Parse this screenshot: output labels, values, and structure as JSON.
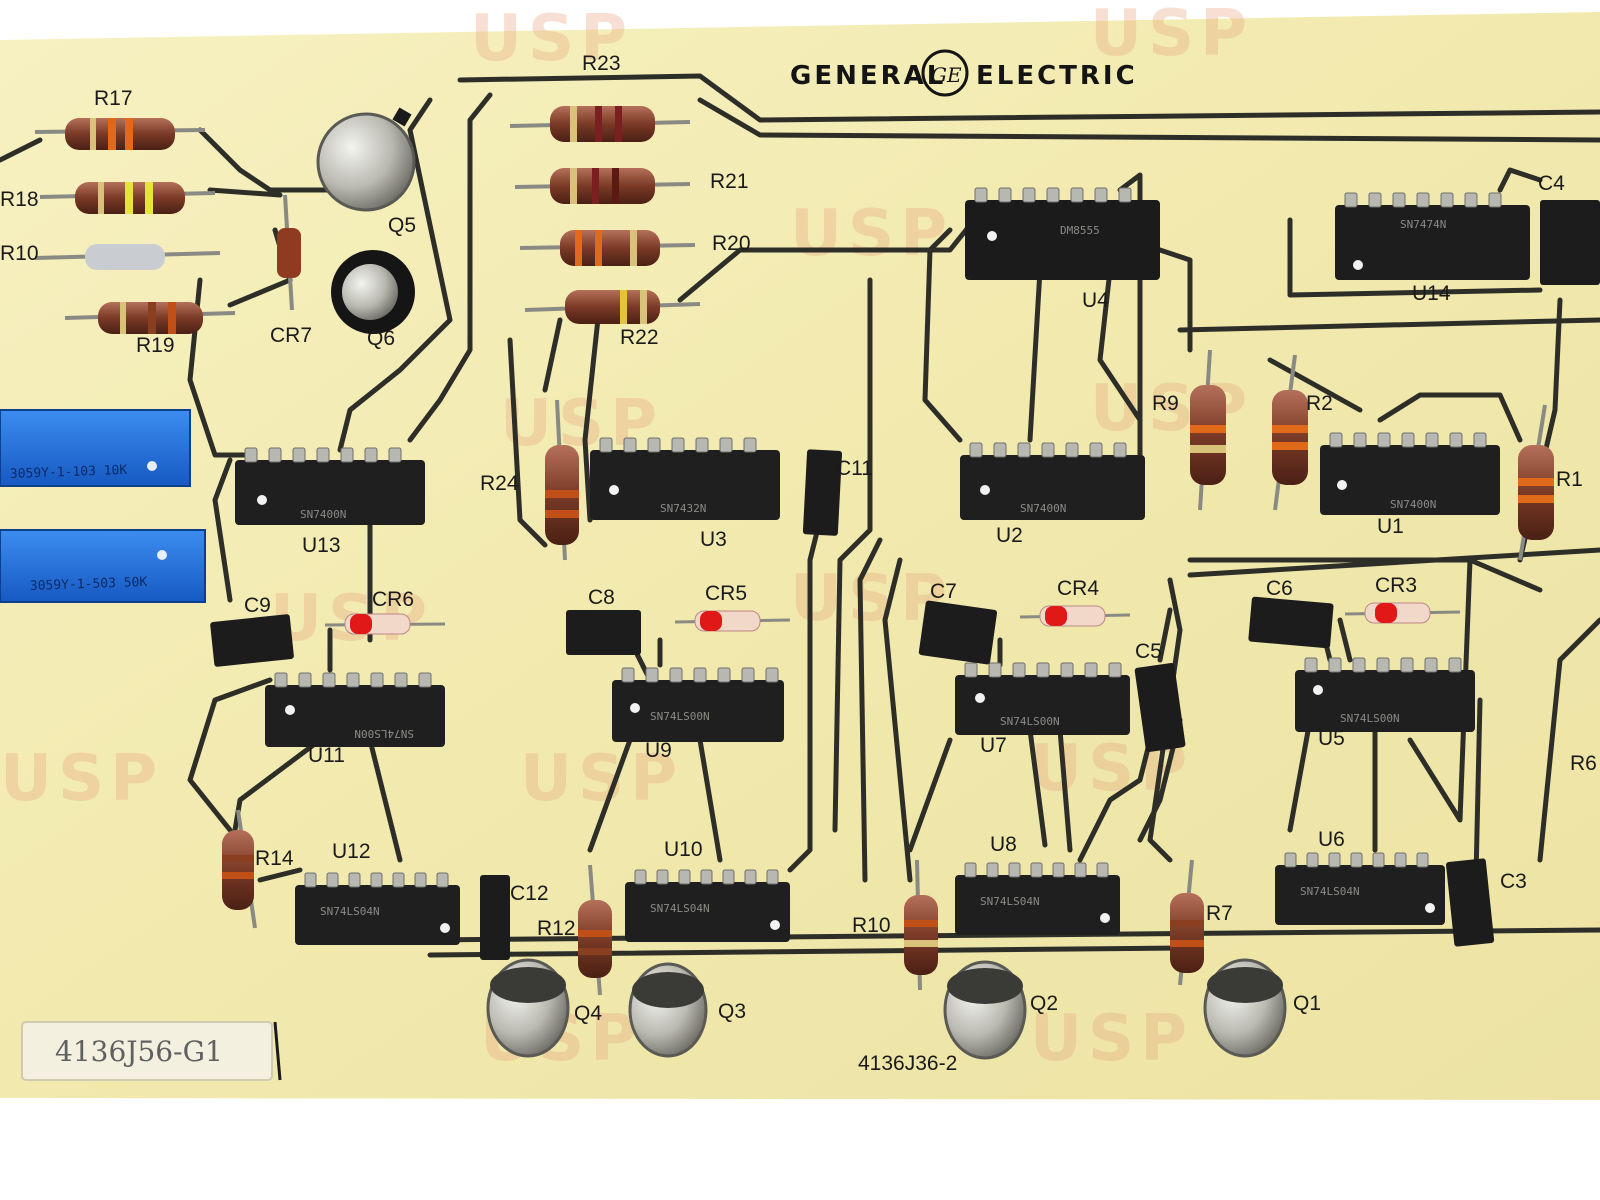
{
  "board": {
    "brand_left": "GENERAL",
    "brand_right": "ELECTRIC",
    "logo_letters": "GE",
    "part_label": "4136J56-G1",
    "silkscreen_part": "4136J36-2",
    "watermark": "USP",
    "colors": {
      "pcb": "#f3ecb4",
      "trace": "#2a2a26",
      "chip": "#1f1f1f",
      "pin": "#b8b8b2",
      "blue_trimmer": "#1f6fd8"
    }
  },
  "chips": [
    {
      "ref": "U13",
      "marking": "SN7400N"
    },
    {
      "ref": "U3",
      "marking": "SN7432N"
    },
    {
      "ref": "U4",
      "marking": "DM8555"
    },
    {
      "ref": "U2",
      "marking": "SN7400N"
    },
    {
      "ref": "U1",
      "marking": "SN7400N"
    },
    {
      "ref": "U14",
      "marking": "SN7474N"
    },
    {
      "ref": "U11",
      "marking": "SN74LS00N"
    },
    {
      "ref": "U9",
      "marking": "SN74LS00N"
    },
    {
      "ref": "U7",
      "marking": "SN74LS00N"
    },
    {
      "ref": "U5",
      "marking": "SN74LS00N"
    },
    {
      "ref": "U12",
      "marking": "SN74LS04N"
    },
    {
      "ref": "U10",
      "marking": "SN74LS04N"
    },
    {
      "ref": "U8",
      "marking": "SN74LS04N"
    },
    {
      "ref": "U6",
      "marking": "SN74LS04N"
    }
  ],
  "resistors": [
    "R17",
    "R18",
    "R10",
    "R19",
    "R23",
    "R21",
    "R20",
    "R22",
    "R24",
    "R9",
    "R2",
    "R1",
    "R14",
    "R12",
    "R10",
    "R7",
    "R6"
  ],
  "transistors": [
    "Q5",
    "Q6",
    "Q4",
    "Q3",
    "Q2",
    "Q1"
  ],
  "capacitors": [
    "C9",
    "C8",
    "C7",
    "C6",
    "C5",
    "C11",
    "C12",
    "C3",
    "C4"
  ],
  "diodes": [
    "CR7",
    "CR6",
    "CR5",
    "CR4",
    "CR3"
  ],
  "trimmers": [
    {
      "marking": "3059Y-1-103 10K"
    },
    {
      "marking": "3059Y-1-503 50K"
    }
  ]
}
